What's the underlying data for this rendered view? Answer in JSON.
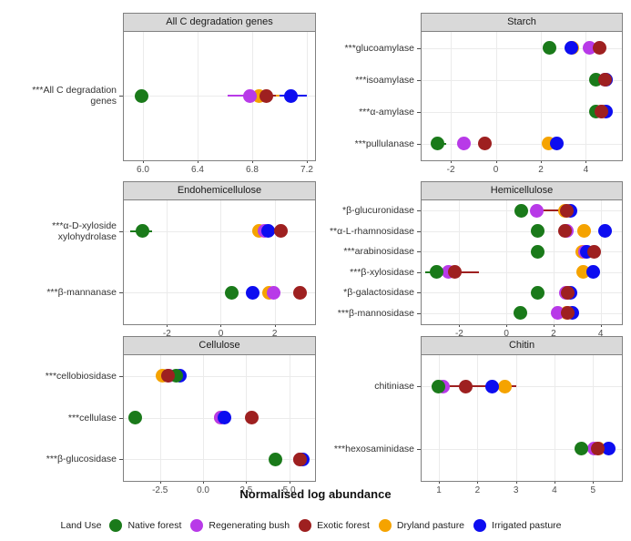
{
  "figure": {
    "xlabel": "Normalised log abundance",
    "legend_title": "Land Use"
  },
  "legend": {
    "items": [
      {
        "label": "Native forest",
        "color": "#1a7a1a"
      },
      {
        "label": "Regenerating bush",
        "color": "#b83ae8"
      },
      {
        "label": "Exotic forest",
        "color": "#9e2020"
      },
      {
        "label": "Dryland pasture",
        "color": "#f5a300"
      },
      {
        "label": "Irrigated pasture",
        "color": "#0d0df0"
      }
    ]
  },
  "colors": {
    "native_forest": "#1a7a1a",
    "regenerating_bush": "#b83ae8",
    "exotic_forest": "#9e2020",
    "dryland_pasture": "#f5a300",
    "irrigated_pasture": "#0d0df0",
    "panel_strip": "#d9d9d9",
    "grid": "#ebebeb",
    "axis": "#808080"
  },
  "chart_data": {
    "type": "scatter",
    "title": "",
    "xlabel": "Normalised log abundance",
    "ylabel": "",
    "grid": true,
    "legend_position": "bottom",
    "series_names": [
      "Native forest",
      "Regenerating bush",
      "Exotic forest",
      "Dryland pasture",
      "Irrigated pasture"
    ],
    "panels": [
      {
        "title": "All C degradation genes",
        "xlim": [
          5.86,
          7.26
        ],
        "xticks": [
          6.0,
          6.4,
          6.8,
          7.2
        ],
        "xticklabels": [
          "6.0",
          "6.4",
          "6.8",
          "7.2"
        ],
        "rows": [
          {
            "label": "***All C degradation genes",
            "two_line": true,
            "points": [
              {
                "series": "Native forest",
                "x": 5.99,
                "lo": 5.97,
                "hi": 6.02
              },
              {
                "series": "Regenerating bush",
                "x": 6.78,
                "lo": 6.62,
                "hi": 6.9
              },
              {
                "series": "Exotic forest",
                "x": 6.9,
                "lo": 6.84,
                "hi": 6.97
              },
              {
                "series": "Dryland pasture",
                "x": 6.85,
                "lo": 6.8,
                "hi": 7.02
              },
              {
                "series": "Irrigated pasture",
                "x": 7.08,
                "lo": 7.0,
                "hi": 7.2
              }
            ]
          }
        ]
      },
      {
        "title": "Starch",
        "xlim": [
          -3.3,
          5.6
        ],
        "xticks": [
          -2,
          0,
          2,
          4
        ],
        "xticklabels": [
          "-2",
          "0",
          "2",
          "4"
        ],
        "rows": [
          {
            "label": "***glucoamylase",
            "points": [
              {
                "series": "Native forest",
                "x": 2.4,
                "lo": 2.4,
                "hi": 2.4
              },
              {
                "series": "Regenerating bush",
                "x": 4.15,
                "lo": 4.15,
                "hi": 4.15
              },
              {
                "series": "Exotic forest",
                "x": 4.6,
                "lo": 4.6,
                "hi": 4.6
              },
              {
                "series": "Dryland pasture",
                "x": 3.4,
                "lo": 3.3,
                "hi": 3.52
              },
              {
                "series": "Irrigated pasture",
                "x": 3.35,
                "lo": 3.35,
                "hi": 3.35
              }
            ]
          },
          {
            "label": "***isoamylase",
            "points": [
              {
                "series": "Native forest",
                "x": 4.45,
                "lo": 4.45,
                "hi": 4.45
              },
              {
                "series": "Regenerating bush",
                "x": 4.85,
                "lo": 4.85,
                "hi": 4.85
              },
              {
                "series": "Exotic forest",
                "x": 4.85,
                "lo": 4.85,
                "hi": 4.85
              },
              {
                "series": "Dryland pasture",
                "x": 4.88,
                "lo": 4.88,
                "hi": 4.88
              },
              {
                "series": "Irrigated pasture",
                "x": 4.9,
                "lo": 4.9,
                "hi": 4.9
              }
            ]
          },
          {
            "label": "***α-amylase",
            "points": [
              {
                "series": "Native forest",
                "x": 4.45,
                "lo": 4.45,
                "hi": 4.45
              },
              {
                "series": "Regenerating bush",
                "x": 4.7,
                "lo": 4.7,
                "hi": 4.7
              },
              {
                "series": "Exotic forest",
                "x": 4.7,
                "lo": 4.7,
                "hi": 4.7
              },
              {
                "series": "Dryland pasture",
                "x": 4.72,
                "lo": 4.72,
                "hi": 4.72
              },
              {
                "series": "Irrigated pasture",
                "x": 4.9,
                "lo": 4.9,
                "hi": 4.9
              }
            ]
          },
          {
            "label": "***pullulanase",
            "points": [
              {
                "series": "Native forest",
                "x": -2.6,
                "lo": -2.8,
                "hi": -2.2
              },
              {
                "series": "Regenerating bush",
                "x": -1.4,
                "lo": -1.7,
                "hi": -1.2
              },
              {
                "series": "Exotic forest",
                "x": -0.5,
                "lo": -0.5,
                "hi": -0.5
              },
              {
                "series": "Dryland pasture",
                "x": 2.35,
                "lo": 2.35,
                "hi": 2.35
              },
              {
                "series": "Irrigated pasture",
                "x": 2.72,
                "lo": 2.72,
                "hi": 2.72
              }
            ]
          }
        ]
      },
      {
        "title": "Endohemicellulose",
        "xlim": [
          -3.6,
          3.5
        ],
        "xticks": [
          -2,
          0,
          2
        ],
        "xticklabels": [
          "-2",
          "0",
          "2"
        ],
        "rows": [
          {
            "label": "***α-D-xyloside xylohydrolase",
            "two_line": true,
            "points": [
              {
                "series": "Native forest",
                "x": -2.92,
                "lo": -3.35,
                "hi": -2.55
              },
              {
                "series": "Regenerating bush",
                "x": 1.62,
                "lo": 1.62,
                "hi": 1.62
              },
              {
                "series": "Exotic forest",
                "x": 2.22,
                "lo": 2.22,
                "hi": 2.22
              },
              {
                "series": "Dryland pasture",
                "x": 1.42,
                "lo": 1.42,
                "hi": 1.42
              },
              {
                "series": "Irrigated pasture",
                "x": 1.75,
                "lo": 1.75,
                "hi": 1.75
              }
            ]
          },
          {
            "label": "***β-mannanase",
            "points": [
              {
                "series": "Native forest",
                "x": 0.42,
                "lo": 0.42,
                "hi": 0.42
              },
              {
                "series": "Regenerating bush",
                "x": 1.95,
                "lo": 1.78,
                "hi": 2.22
              },
              {
                "series": "Exotic forest",
                "x": 2.95,
                "lo": 2.95,
                "hi": 2.95
              },
              {
                "series": "Dryland pasture",
                "x": 1.8,
                "lo": 1.8,
                "hi": 1.8
              },
              {
                "series": "Irrigated pasture",
                "x": 1.18,
                "lo": 1.18,
                "hi": 1.18
              }
            ]
          }
        ]
      },
      {
        "title": "Hemicellulose",
        "xlim": [
          -3.6,
          4.9
        ],
        "xticks": [
          -2,
          0,
          2,
          4
        ],
        "xticklabels": [
          "-2",
          "0",
          "2",
          "4"
        ],
        "rows": [
          {
            "label": "*β-glucuronidase",
            "points": [
              {
                "series": "Native forest",
                "x": 0.62,
                "lo": 0.62,
                "hi": 0.62
              },
              {
                "series": "Regenerating bush",
                "x": 1.28,
                "lo": 1.1,
                "hi": 2.55
              },
              {
                "series": "Exotic forest",
                "x": 2.55,
                "lo": 1.28,
                "hi": 2.6
              },
              {
                "series": "Dryland pasture",
                "x": 2.5,
                "lo": 2.5,
                "hi": 2.5
              },
              {
                "series": "Irrigated pasture",
                "x": 2.72,
                "lo": 2.72,
                "hi": 2.72
              }
            ]
          },
          {
            "label": "**α-L-rhamnosidase",
            "points": [
              {
                "series": "Native forest",
                "x": 1.32,
                "lo": 1.32,
                "hi": 1.32
              },
              {
                "series": "Regenerating bush",
                "x": 2.55,
                "lo": 2.55,
                "hi": 2.55
              },
              {
                "series": "Exotic forest",
                "x": 2.5,
                "lo": 2.5,
                "hi": 2.5
              },
              {
                "series": "Dryland pasture",
                "x": 3.28,
                "lo": 3.28,
                "hi": 3.28
              },
              {
                "series": "Irrigated pasture",
                "x": 4.18,
                "lo": 4.18,
                "hi": 4.18
              }
            ]
          },
          {
            "label": "***arabinosidase",
            "points": [
              {
                "series": "Native forest",
                "x": 1.32,
                "lo": 1.32,
                "hi": 1.32
              },
              {
                "series": "Regenerating bush",
                "x": 3.35,
                "lo": 3.35,
                "hi": 3.35
              },
              {
                "series": "Exotic forest",
                "x": 3.72,
                "lo": 3.72,
                "hi": 3.72
              },
              {
                "series": "Dryland pasture",
                "x": 3.22,
                "lo": 3.22,
                "hi": 3.22
              },
              {
                "series": "Irrigated pasture",
                "x": 3.4,
                "lo": 3.4,
                "hi": 3.4
              }
            ]
          },
          {
            "label": "***β-xylosidase",
            "points": [
              {
                "series": "Native forest",
                "x": -2.95,
                "lo": -3.45,
                "hi": -2.8
              },
              {
                "series": "Regenerating bush",
                "x": -2.45,
                "lo": -2.7,
                "hi": -2.25
              },
              {
                "series": "Exotic forest",
                "x": -2.18,
                "lo": -2.4,
                "hi": -1.18
              },
              {
                "series": "Dryland pasture",
                "x": 3.25,
                "lo": 3.25,
                "hi": 3.25
              },
              {
                "series": "Irrigated pasture",
                "x": 3.7,
                "lo": 3.7,
                "hi": 3.7
              }
            ]
          },
          {
            "label": "*β-galactosidase",
            "points": [
              {
                "series": "Native forest",
                "x": 1.32,
                "lo": 1.32,
                "hi": 1.32
              },
              {
                "series": "Regenerating bush",
                "x": 2.52,
                "lo": 2.52,
                "hi": 2.52
              },
              {
                "series": "Exotic forest",
                "x": 2.6,
                "lo": 2.6,
                "hi": 2.6
              },
              {
                "series": "Dryland pasture",
                "x": 2.62,
                "lo": 2.62,
                "hi": 2.62
              },
              {
                "series": "Irrigated pasture",
                "x": 2.7,
                "lo": 2.7,
                "hi": 2.7
              }
            ]
          },
          {
            "label": "***β-mannosidase",
            "points": [
              {
                "series": "Native forest",
                "x": 0.6,
                "lo": 0.6,
                "hi": 0.6
              },
              {
                "series": "Regenerating bush",
                "x": 2.18,
                "lo": 2.05,
                "hi": 2.82
              },
              {
                "series": "Exotic forest",
                "x": 2.62,
                "lo": 2.62,
                "hi": 2.62
              },
              {
                "series": "Dryland pasture",
                "x": 2.58,
                "lo": 2.58,
                "hi": 2.58
              },
              {
                "series": "Irrigated pasture",
                "x": 2.8,
                "lo": 2.8,
                "hi": 2.8
              }
            ]
          }
        ]
      },
      {
        "title": "Cellulose",
        "xlim": [
          -4.6,
          6.5
        ],
        "xticks": [
          -2.5,
          0.0,
          2.5,
          5.0
        ],
        "xticklabels": [
          "-2.5",
          "0.0",
          "2.5",
          "5.0"
        ],
        "rows": [
          {
            "label": "***cellobiosidase",
            "points": [
              {
                "series": "Native forest",
                "x": -1.55,
                "lo": -1.55,
                "hi": -1.55
              },
              {
                "series": "Regenerating bush",
                "x": -2.0,
                "lo": -2.0,
                "hi": -2.0
              },
              {
                "series": "Exotic forest",
                "x": -2.05,
                "lo": -2.05,
                "hi": -2.05
              },
              {
                "series": "Dryland pasture",
                "x": -2.35,
                "lo": -2.72,
                "hi": -2.05
              },
              {
                "series": "Irrigated pasture",
                "x": -1.35,
                "lo": -1.35,
                "hi": -1.35
              }
            ]
          },
          {
            "label": "***cellulase",
            "points": [
              {
                "series": "Native forest",
                "x": -3.95,
                "lo": -3.95,
                "hi": -3.95
              },
              {
                "series": "Regenerating bush",
                "x": 1.05,
                "lo": 1.05,
                "hi": 1.32
              },
              {
                "series": "Exotic forest",
                "x": 2.8,
                "lo": 2.8,
                "hi": 2.8
              },
              {
                "series": "Dryland pasture",
                "x": 1.05,
                "lo": 1.05,
                "hi": 1.05
              },
              {
                "series": "Irrigated pasture",
                "x": 1.22,
                "lo": 1.22,
                "hi": 1.22
              }
            ]
          },
          {
            "label": "***β-glucosidase",
            "points": [
              {
                "series": "Native forest",
                "x": 4.18,
                "lo": 4.18,
                "hi": 4.18
              },
              {
                "series": "Regenerating bush",
                "x": 5.62,
                "lo": 5.62,
                "hi": 5.62
              },
              {
                "series": "Exotic forest",
                "x": 5.62,
                "lo": 5.62,
                "hi": 5.62
              },
              {
                "series": "Dryland pasture",
                "x": 5.65,
                "lo": 5.65,
                "hi": 5.65
              },
              {
                "series": "Irrigated pasture",
                "x": 5.8,
                "lo": 5.8,
                "hi": 5.8
              }
            ]
          }
        ]
      },
      {
        "title": "Chitin",
        "xlim": [
          0.55,
          5.75
        ],
        "xticks": [
          1,
          2,
          3,
          4,
          5
        ],
        "xticklabels": [
          "1",
          "2",
          "3",
          "4",
          "5"
        ],
        "rows": [
          {
            "label": "chitiniase",
            "points": [
              {
                "series": "Native forest",
                "x": 0.98,
                "lo": 0.8,
                "hi": 1.0
              },
              {
                "series": "Regenerating bush",
                "x": 1.1,
                "lo": 0.82,
                "hi": 2.38
              },
              {
                "series": "Exotic forest",
                "x": 1.7,
                "lo": 1.2,
                "hi": 3.0
              },
              {
                "series": "Dryland pasture",
                "x": 2.72,
                "lo": 2.35,
                "hi": 3.02
              },
              {
                "series": "Irrigated pasture",
                "x": 2.38,
                "lo": 2.38,
                "hi": 2.38
              }
            ]
          },
          {
            "label": "***hexosaminidase",
            "points": [
              {
                "series": "Native forest",
                "x": 4.7,
                "lo": 4.7,
                "hi": 4.7
              },
              {
                "series": "Regenerating bush",
                "x": 5.02,
                "lo": 5.02,
                "hi": 5.02
              },
              {
                "series": "Exotic forest",
                "x": 5.12,
                "lo": 5.12,
                "hi": 5.12
              },
              {
                "series": "Dryland pasture",
                "x": 5.15,
                "lo": 5.15,
                "hi": 5.15
              },
              {
                "series": "Irrigated pasture",
                "x": 5.4,
                "lo": 5.4,
                "hi": 5.4
              }
            ]
          }
        ]
      }
    ]
  }
}
